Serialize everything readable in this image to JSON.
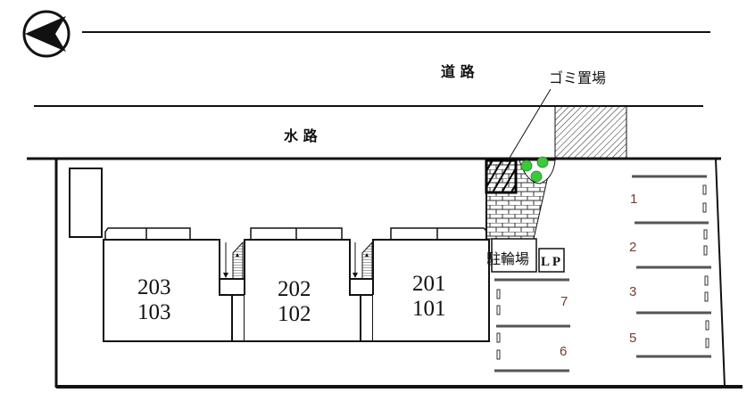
{
  "labels": {
    "road": "道 路",
    "waterway": "水 路",
    "garbage": "ゴミ置場",
    "bicycle": "駐輪場",
    "lp": "L P"
  },
  "buildings": [
    {
      "upper": "203",
      "lower": "103"
    },
    {
      "upper": "202",
      "lower": "102"
    },
    {
      "upper": "201",
      "lower": "101"
    }
  ],
  "parking_right": [
    "1",
    "2",
    "3",
    "5"
  ],
  "parking_left": [
    "7",
    "6"
  ],
  "colors": {
    "line": "#111111",
    "tree": "#3cc83c",
    "parking_number": "#7a3a30"
  }
}
